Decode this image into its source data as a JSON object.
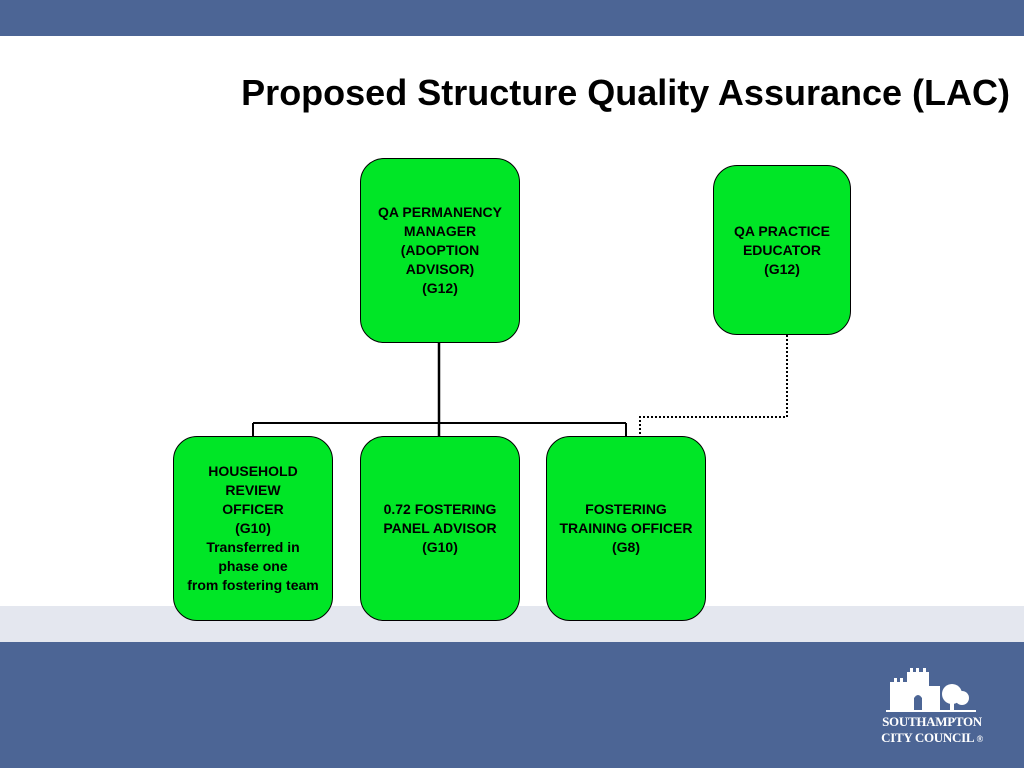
{
  "slide": {
    "title": "Proposed Structure Quality Assurance (LAC)"
  },
  "boxes": {
    "manager": [
      "QA PERMANENCY",
      "MANAGER",
      "(ADOPTION",
      "ADVISOR)",
      "(G12)"
    ],
    "educator": [
      "QA PRACTICE",
      "EDUCATOR",
      "(G12)"
    ],
    "household": [
      "HOUSEHOLD",
      "REVIEW",
      "OFFICER",
      "(G10)",
      "Transferred in",
      "phase one",
      "from fostering team"
    ],
    "panel": [
      "0.72 FOSTERING",
      "PANEL ADVISOR",
      "(G10)"
    ],
    "training": [
      "FOSTERING",
      "TRAINING OFFICER",
      "(G8)"
    ]
  },
  "logo": {
    "line1": "SOUTHAMPTON",
    "line2": "CITY COUNCIL",
    "mark": "®"
  },
  "colors": {
    "band": "#4c6595",
    "light_band": "#e4e7ef",
    "box_fill": "#00e626"
  },
  "icons": {
    "logo": "castle-icon"
  }
}
